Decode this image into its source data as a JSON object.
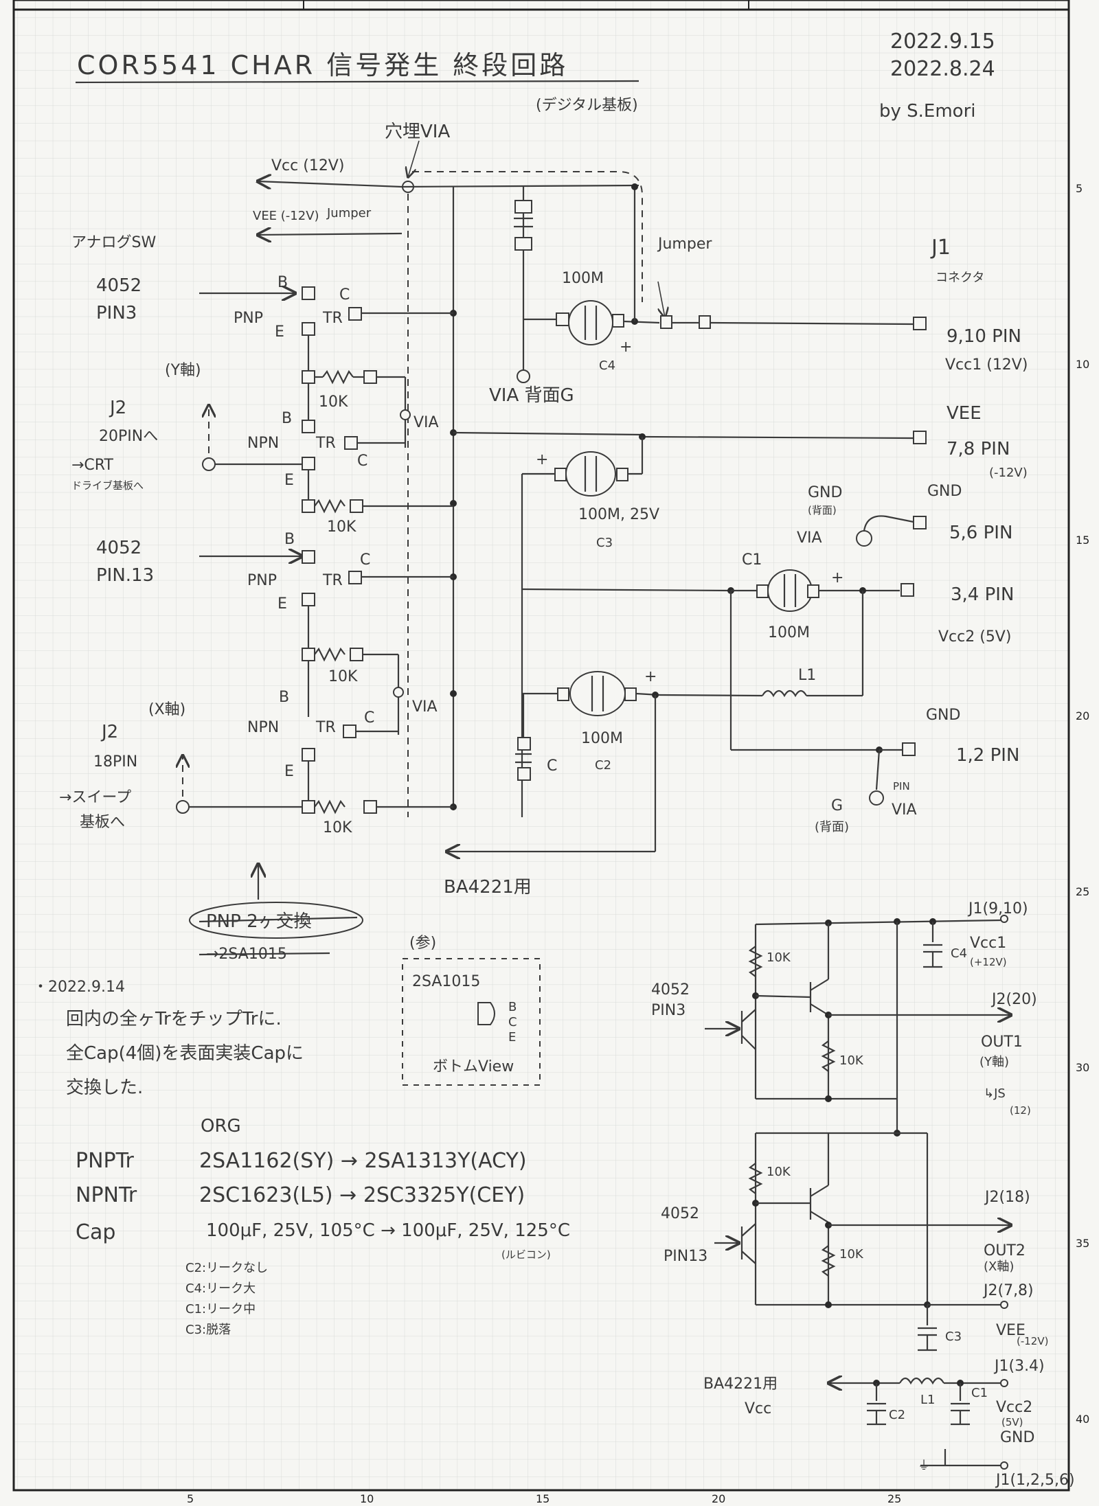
{
  "title": "COR5541 CHAR 信号発生 終段回路",
  "subtitle": "(デジタル基板)",
  "dates": [
    "2022.9.15",
    "2022.8.24"
  ],
  "author": "by S.Emori",
  "grid_right_ticks": [
    "5",
    "10",
    "15",
    "20",
    "25",
    "30",
    "35",
    "40"
  ],
  "grid_bottom_ticks": [
    "5",
    "10",
    "15",
    "20",
    "25"
  ],
  "upper": {
    "vcc_label": "Vcc (12V)",
    "vee_label": "VEE (-12V)",
    "via_top": "穴埋VIA",
    "jumper_left": "Jumper",
    "jumper_right": "Jumper",
    "analog_sw": "アナログSW",
    "in_y": [
      "4052",
      "PIN3"
    ],
    "in_x": [
      "4052",
      "PIN.13"
    ],
    "y_axis": "(Y軸)",
    "x_axis": "(X軸)",
    "j2_y": [
      "J2",
      "20PINへ",
      "→CRT",
      "ドライブ基板へ"
    ],
    "j2_x": [
      "J2",
      "18PIN",
      "→スイープ",
      "基板へ"
    ],
    "pin_b": "B",
    "pin_c": "C",
    "pin_e": "E",
    "pnp": "PNP",
    "npn": "NPN",
    "tr": "TR",
    "r10k": "10K",
    "via": "VIA",
    "c4": "100M",
    "c4_name": "C4",
    "via_back_g": "VIA 背面G",
    "c3": "100M, 25V",
    "c3_name": "C3",
    "c1": "100M",
    "c1_name": "C1",
    "c2": "100M",
    "c2_name": "C2",
    "c_small": "C",
    "l1": "L1",
    "j1": "J1",
    "j1_sub": "コネクタ",
    "pin_9_10": "9,10 PIN",
    "vcc1": "Vcc1 (12V)",
    "vee": "VEE",
    "pin_7_8": "7,8 PIN",
    "minus12": "(-12V)",
    "gnd_back": "GND",
    "gnd_back_sub": "(背面)",
    "via2": "VIA",
    "gnd": "GND",
    "pin_5_6": "5,6 PIN",
    "pin_3_4": "3,4 PIN",
    "vcc2": "Vcc2 (5V)",
    "gnd2": "GND",
    "pin_1_2": "1,2 PIN",
    "pin_via": "PIN",
    "via3": "VIA",
    "g_back": "G",
    "g_back_sub": "(背面)",
    "ba4221": "BA4221用",
    "pnp_swap": "PNP 2ヶ交換",
    "to_2sa1015": "→2SA1015"
  },
  "notes": {
    "date": "・2022.9.14",
    "lines": [
      "回内の全ヶTrをチップTrに.",
      "全Cap(4個)を表面実装Capに",
      "交換した."
    ],
    "ref_title": "(参)",
    "ref_part": "2SA1015",
    "ref_pins": [
      "B",
      "C",
      "E"
    ],
    "ref_view": "ボトムView",
    "org": "ORG",
    "rows": [
      {
        "k": "PNPTr",
        "v": "2SA1162(SY) → 2SA1313Y(ACY)"
      },
      {
        "k": "NPNTr",
        "v": "2SC1623(L5) → 2SC3325Y(CEY)"
      },
      {
        "k": "Cap",
        "v": "100μF, 25V, 105°C → 100μF, 25V, 125°C"
      }
    ],
    "maker": "(ルビコン)",
    "leak": [
      "C2:リークなし",
      "C4:リーク大",
      "C1:リーク中",
      "C3:脱落"
    ]
  },
  "lower": {
    "j1_top": "J1(9,10)",
    "vcc1": "Vcc1",
    "vcc1_v": "(+12V)",
    "c4": "C4",
    "in_top": [
      "4052",
      "PIN3"
    ],
    "j2_20": "J2(20)",
    "out1": "OUT1",
    "out1_axis": "(Y軸)",
    "js": "↳JS",
    "js_pin": "(12)",
    "r10k": "10K",
    "j2_18": "J2(18)",
    "in_bot": [
      "4052",
      "PIN13"
    ],
    "out2": "OUT2",
    "out2_axis": "(X軸)",
    "j2_78": "J2(7,8)",
    "c3": "C3",
    "vee": "VEE",
    "vee_v": "(-12V)",
    "j1_34": "J1(3.4)",
    "ba4221": "BA4221用",
    "vcc": "Vcc",
    "l1": "L1",
    "c1": "C1",
    "c2": "C2",
    "vcc2": "Vcc2",
    "vcc2_v": "(5V)",
    "gnd": "GND",
    "j1_gnd": "J1(1,2,5,6)"
  }
}
